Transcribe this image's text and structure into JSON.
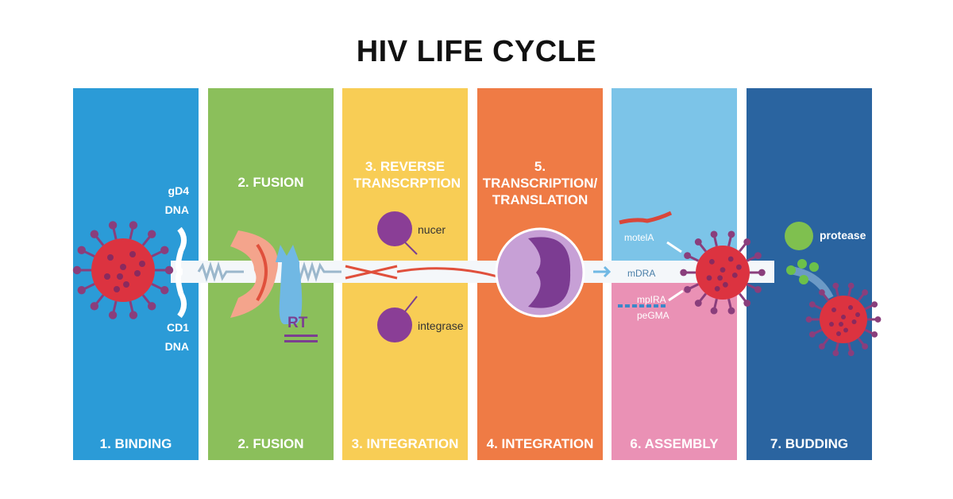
{
  "title": "HIV LIFE CYCLE",
  "stages": [
    {
      "top_label": "",
      "bottom_label": "1. BINDING",
      "color": "#2b9bd7"
    },
    {
      "top_label": "2. FUSION",
      "bottom_label": "2. FUSION",
      "color": "#8bbf5b"
    },
    {
      "top_label": "3. REVERSE TRANSCRPTION",
      "bottom_label": "3. INTEGRATION",
      "color": "#f8cd55"
    },
    {
      "top_label": "5. TRANSCRIPTION/ TRANSLATION",
      "bottom_label": "4. INTEGRATION",
      "color": "#ef7b45"
    },
    {
      "top_label": "",
      "bottom_label": "6. ASSEMBLY",
      "color": "#7cc4e8",
      "color_bottom": "#ea91b5"
    },
    {
      "top_label": "",
      "bottom_label": "7. BUDDING",
      "color": "#2a64a0"
    }
  ],
  "labels": {
    "gd4": "gD4",
    "dna1": "DNA",
    "cd1": "CD1",
    "dna2": "DNA",
    "rt": "RT",
    "nucer": "nucer",
    "integrase": "integrase",
    "motela": "motelA",
    "mdra": "mDRA",
    "mpira": "mpIRA",
    "pegma": "peGMA",
    "protease": "protease"
  }
}
